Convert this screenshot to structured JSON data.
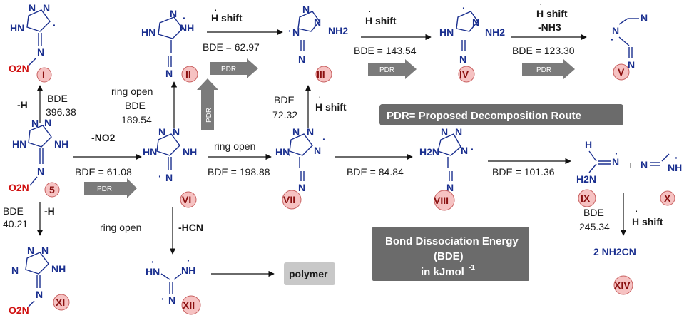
{
  "compounds": {
    "c5": {
      "badge": "5",
      "ring_labels": [
        "HN",
        "NH"
      ],
      "nitro": "O2N"
    },
    "cI": {
      "badge": "I",
      "ring_labels": [
        "HN"
      ],
      "nitro": "O2N"
    },
    "cII": {
      "badge": "II",
      "ring_labels": [
        "HN",
        "NH"
      ],
      "side": "N"
    },
    "cIII": {
      "badge": "III",
      "ring_labels": [
        "N",
        "NH2"
      ],
      "side": "N"
    },
    "cIV": {
      "badge": "IV",
      "ring_labels": [
        "HN",
        "NH2"
      ],
      "side": "N"
    },
    "cV": {
      "badge": "V",
      "ring_labels": [
        "N"
      ],
      "side": "N"
    },
    "cVI": {
      "badge": "VI",
      "ring_labels": [
        "HN",
        "NH"
      ],
      "side": "N"
    },
    "cVII": {
      "badge": "VII",
      "ring_labels": [
        "HN",
        "N"
      ],
      "side": "N"
    },
    "cVIII": {
      "badge": "VIII",
      "ring_labels": [
        "H2N",
        "N"
      ],
      "side": "N"
    },
    "cIX": {
      "badge": "IX",
      "ring_labels": [
        "H",
        "H2N",
        "N"
      ]
    },
    "cX": {
      "badge": "X",
      "ring_labels": [
        "N",
        "NH"
      ]
    },
    "cXI": {
      "badge": "XI",
      "ring_labels": [
        "N",
        "NH"
      ],
      "nitro": "O2N"
    },
    "cXII": {
      "badge": "XII",
      "ring_labels": [
        "HN",
        "NH"
      ],
      "side": "N"
    },
    "cXIV": {
      "badge": "XIV",
      "formula": "2 NH2CN"
    }
  },
  "steps": {
    "s_5_I": {
      "action": "-H",
      "bde": "BDE\n396.38"
    },
    "s_5_XI": {
      "action": "-H",
      "bde": "BDE\n40.21"
    },
    "s_5_VI": {
      "action": "-NO2",
      "bde": "BDE = 61.08"
    },
    "s_VI_II": {
      "action": "ring open",
      "bde": "BDE\n189.54"
    },
    "s_II_III": {
      "action": "H shift",
      "bde": "BDE = 62.97"
    },
    "s_III_IV": {
      "action": "H shift",
      "bde": "BDE = 143.54"
    },
    "s_IV_V": {
      "action": "H shift\n-NH3",
      "bde": "BDE = 123.30"
    },
    "s_VI_VII": {
      "action": "ring open",
      "bde": "BDE = 198.88"
    },
    "s_VII_III": {
      "action": "H shift",
      "bde": "BDE\n72.32"
    },
    "s_VII_VIII": {
      "bde": "BDE = 84.84"
    },
    "s_VIII_IXX": {
      "bde": "BDE = 101.36",
      "plus": "+"
    },
    "s_IXX_XIV": {
      "action": "H shift",
      "bde": "BDE\n245.34"
    },
    "s_VI_XII": {
      "action": "ring open",
      "action2": "-HCN"
    }
  },
  "pdr_arrows": [
    "PDR",
    "PDR",
    "PDR",
    "PDR",
    "PDR"
  ],
  "polymer": "polymer",
  "legend_pdr": "PDR= Proposed Decomposition Route",
  "legend_bde": {
    "line1": "Bond Dissociation Energy",
    "line2": "(BDE)",
    "line3": "in kJmol",
    "sup": "-1"
  },
  "colors": {
    "molecule": "#1a2f8f",
    "nitro": "#d01010",
    "badge_fill": "#f6c2c2",
    "badge_stroke": "#c86060",
    "gray_box": "#6b6b6b",
    "polymer_box": "#c8c8c8",
    "pdr_arrow": "#7b7b7b"
  }
}
